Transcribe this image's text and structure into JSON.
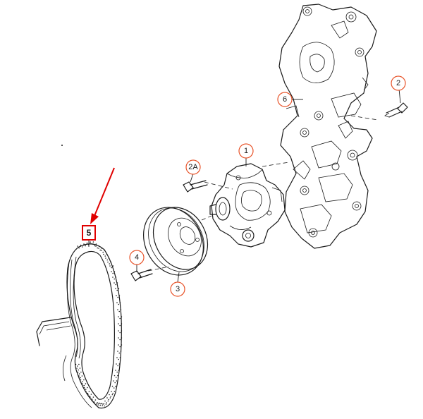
{
  "colors": {
    "callout_ring": "#e8542a",
    "highlight_box": "#e00000",
    "arrow": "#e00000",
    "line": "#1a1a1a"
  },
  "callouts": {
    "part_1": "1",
    "part_2": "2",
    "part_2a": "2A",
    "part_3": "3",
    "part_4": "4",
    "part_5": "5",
    "part_6": "6"
  }
}
